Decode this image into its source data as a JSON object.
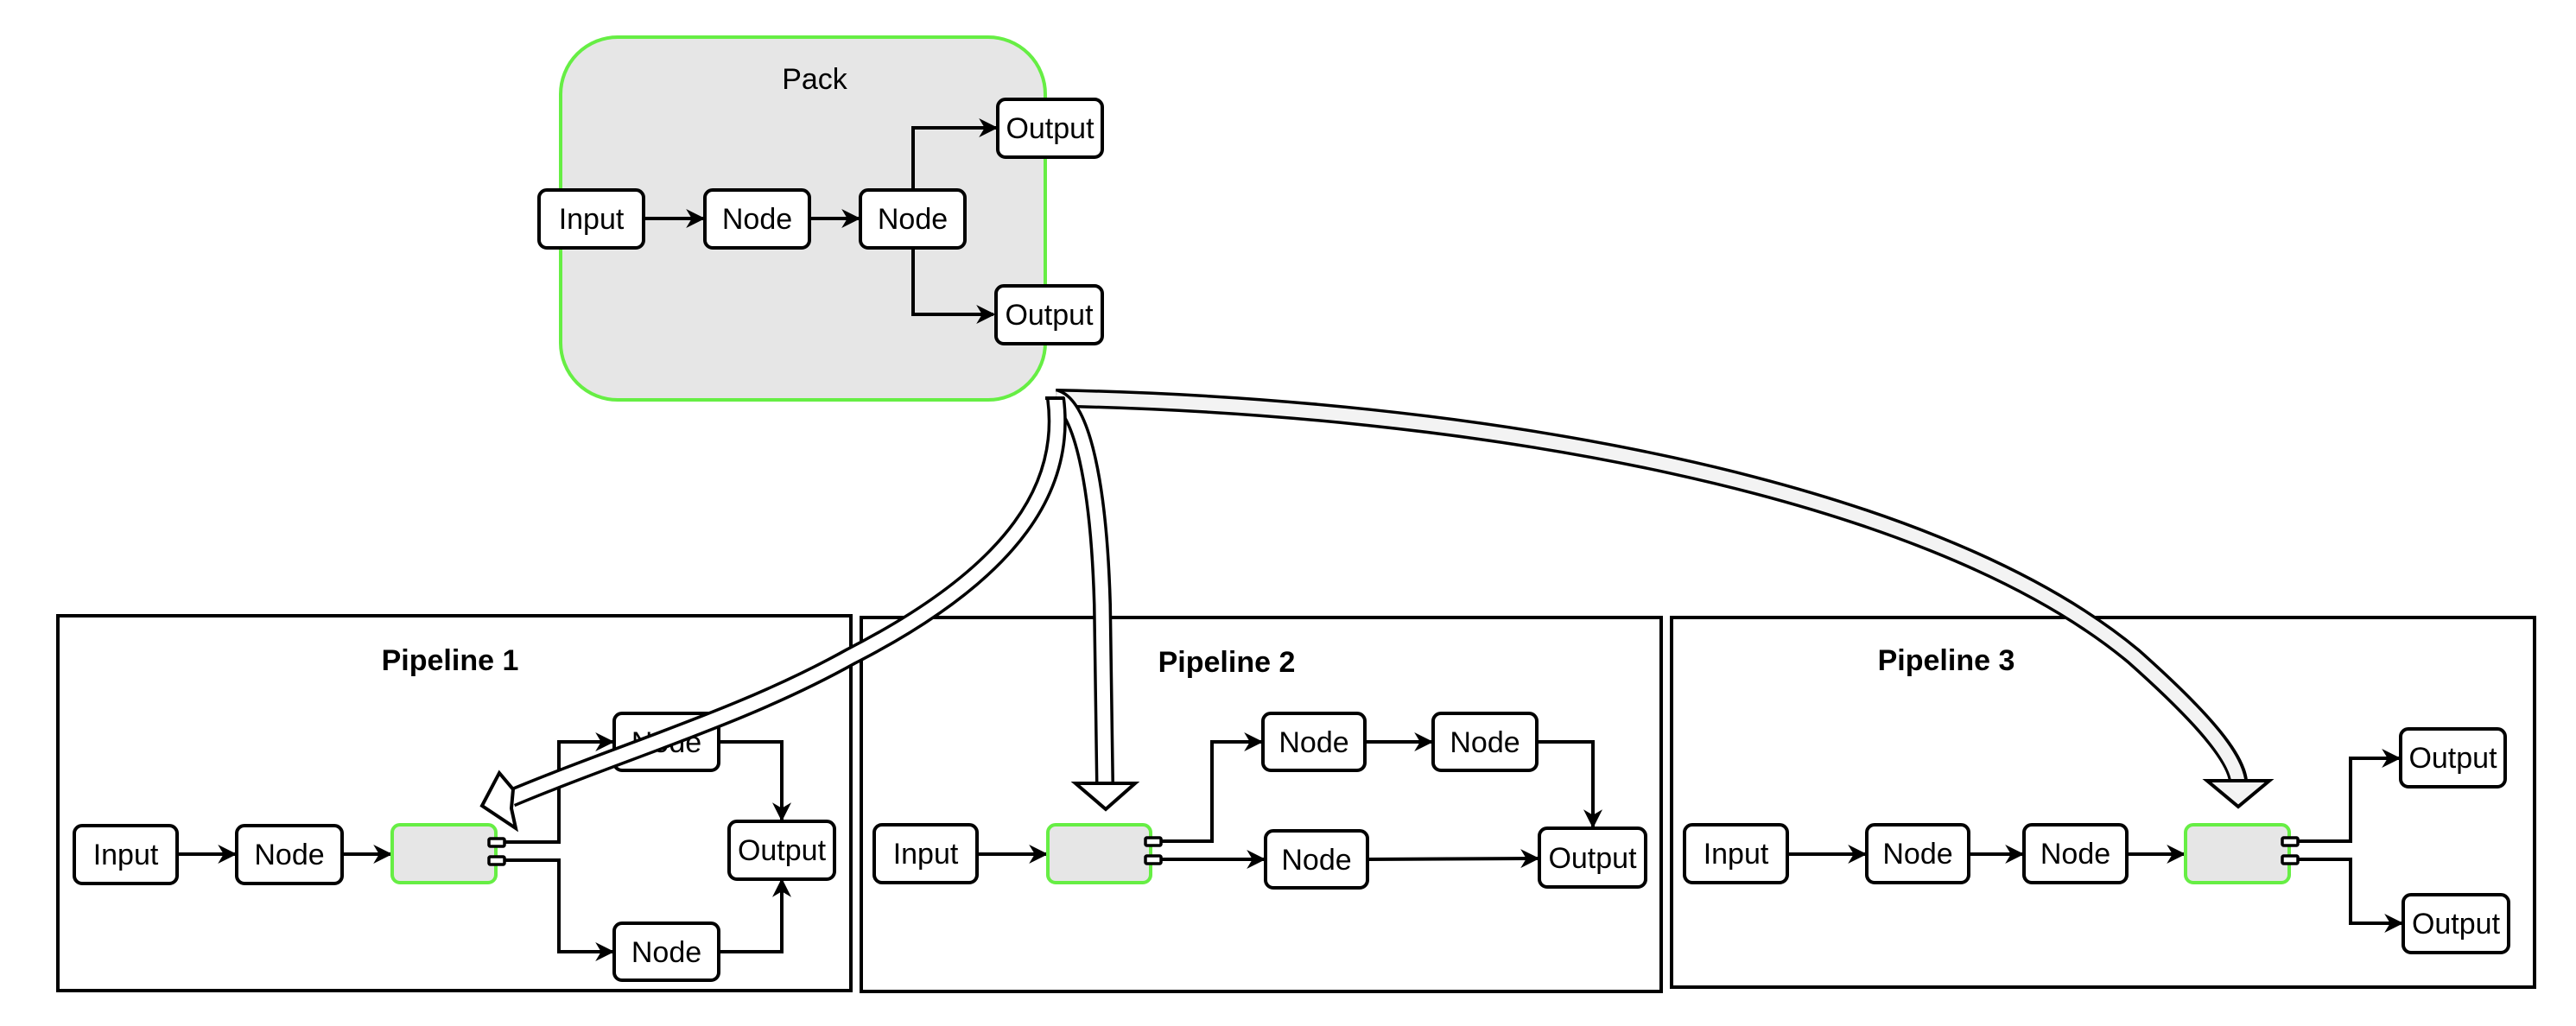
{
  "diagram": {
    "pack": {
      "title": "Pack",
      "border_color": "#66ee44",
      "fill_color": "#e6e6e6",
      "nodes": {
        "input": "Input",
        "node1": "Node",
        "node2": "Node",
        "output_top": "Output",
        "output_bottom": "Output"
      }
    },
    "pipelines": [
      {
        "title": "Pipeline 1",
        "nodes": {
          "input": "Input",
          "node1": "Node",
          "node_top": "Node",
          "node_bottom": "Node",
          "output": "Output"
        }
      },
      {
        "title": "Pipeline 2",
        "nodes": {
          "input": "Input",
          "node_top1": "Node",
          "node_top2": "Node",
          "node_bottom": "Node",
          "output": "Output"
        }
      },
      {
        "title": "Pipeline 3",
        "nodes": {
          "input": "Input",
          "node1": "Node",
          "node2": "Node",
          "output_top": "Output",
          "output_bottom": "Output"
        }
      }
    ],
    "flow_arrows": [
      {
        "from": "Pack",
        "to": "Pipeline 1",
        "fill_color": "#ffffff"
      },
      {
        "from": "Pack",
        "to": "Pipeline 2",
        "fill_color": "#ffffff"
      },
      {
        "from": "Pack",
        "to": "Pipeline 3",
        "fill_color": "#f3f3f3"
      }
    ]
  }
}
